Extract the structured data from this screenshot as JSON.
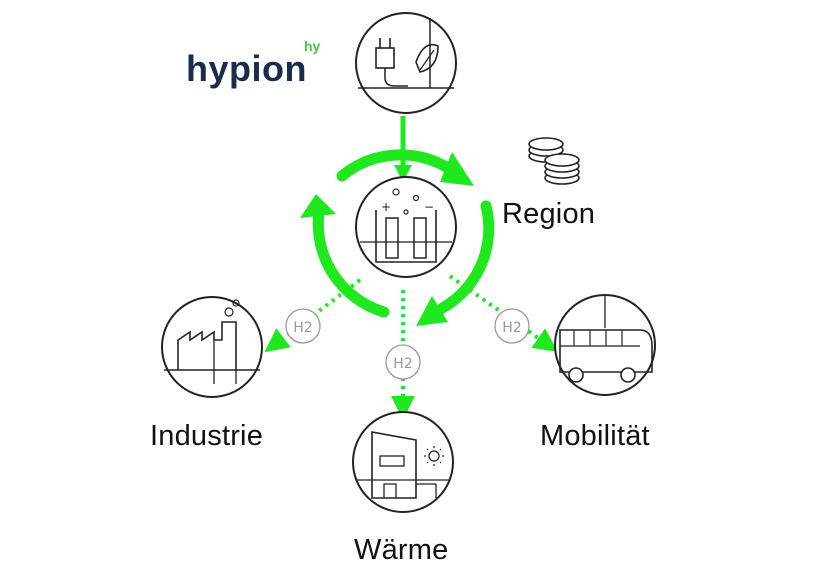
{
  "logo": {
    "text": "hypion",
    "mark": "hy"
  },
  "labels": {
    "region": "Region",
    "industrie": "Industrie",
    "waerme": "Wärme",
    "mobilitaet": "Mobilität"
  },
  "hydrogen_badge": {
    "text": "H2"
  },
  "colors": {
    "cycle_green": "#1fe81f",
    "line": "#222222",
    "logo_navy": "#1b2b4b",
    "logo_mark": "#4cc44c"
  },
  "icons": {
    "top": "plug-leaf-icon",
    "center": "electrolyzer-icon",
    "left": "factory-icon",
    "bottom": "house-sun-icon",
    "right": "bus-icon",
    "region": "coins-icon"
  }
}
